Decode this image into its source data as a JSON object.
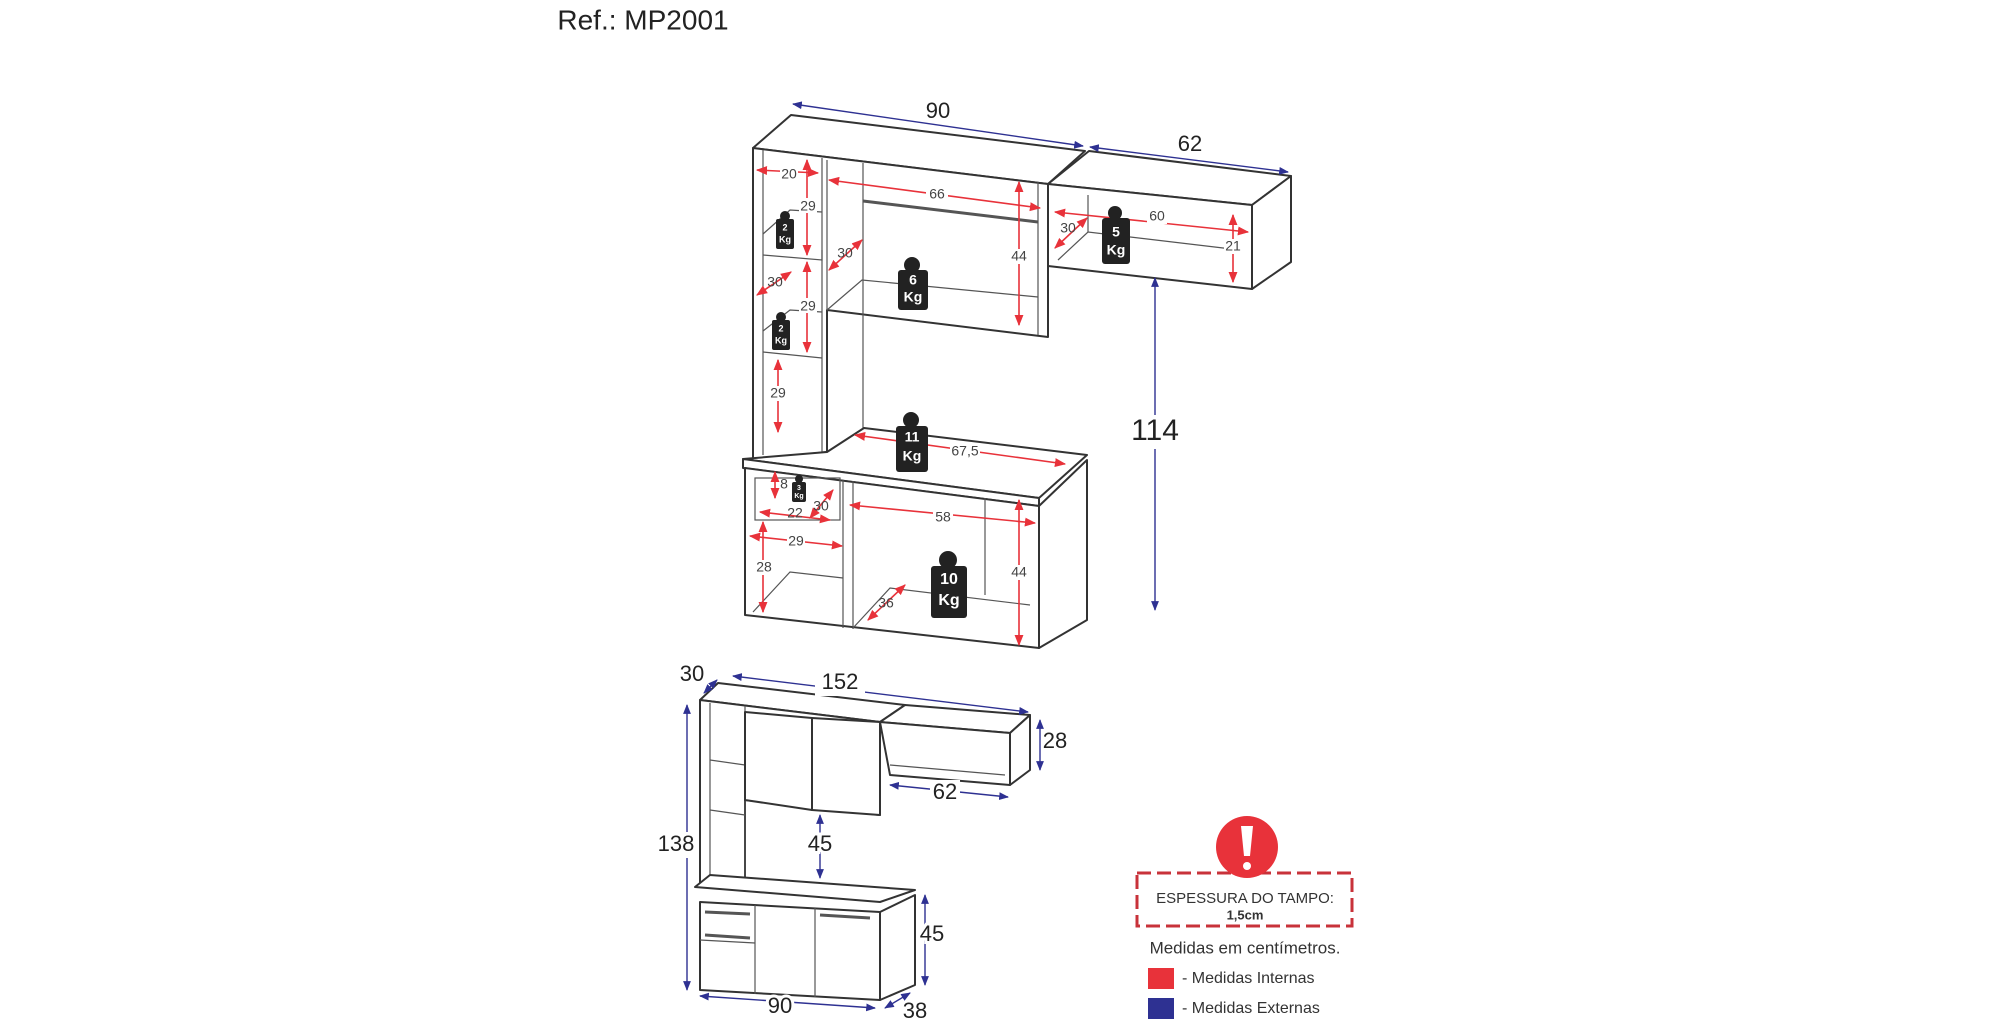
{
  "header": {
    "reference": "Ref.: MP2001"
  },
  "main_view": {
    "external": {
      "width_upper": "90",
      "width_side": "62",
      "height_gap": "114"
    },
    "internal": {
      "niche_width": "20",
      "niche1_height": "29",
      "niche2_height": "29",
      "niche3_height": "29",
      "niche_depth": "30",
      "upper_width": "66",
      "upper_height": "44",
      "upper_depth": "30",
      "side_width": "60",
      "side_height": "21",
      "side_depth": "30",
      "counter_width": "67,5",
      "drawer_height": "8",
      "drawer_width": "22",
      "drawer_depth": "30",
      "lower_left_width": "29",
      "lower_left_height": "28",
      "lower_right_width": "58",
      "lower_right_height": "44",
      "lower_right_depth": "36"
    },
    "weights": {
      "niche1": [
        "2",
        "Kg"
      ],
      "niche2": [
        "2",
        "Kg"
      ],
      "upper": [
        "6",
        "Kg"
      ],
      "side": [
        "5",
        "Kg"
      ],
      "counter": [
        "11",
        "Kg"
      ],
      "drawer": [
        "3",
        "Kg"
      ],
      "lower": [
        "10",
        "Kg"
      ]
    }
  },
  "overview": {
    "depth_top": "30",
    "total_width": "152",
    "side_height": "28",
    "side_width": "62",
    "total_height": "138",
    "gap": "45",
    "base_height": "45",
    "base_width": "90",
    "base_depth": "38"
  },
  "legend": {
    "warning_title": "ESPESSURA DO TAMPO:",
    "warning_value": "1,5cm",
    "units_note": "Medidas em centímetros.",
    "internal_label": "- Medidas Internas",
    "external_label": "- Medidas Externas",
    "internal_color": "#e8323a",
    "external_color": "#2e3192"
  }
}
